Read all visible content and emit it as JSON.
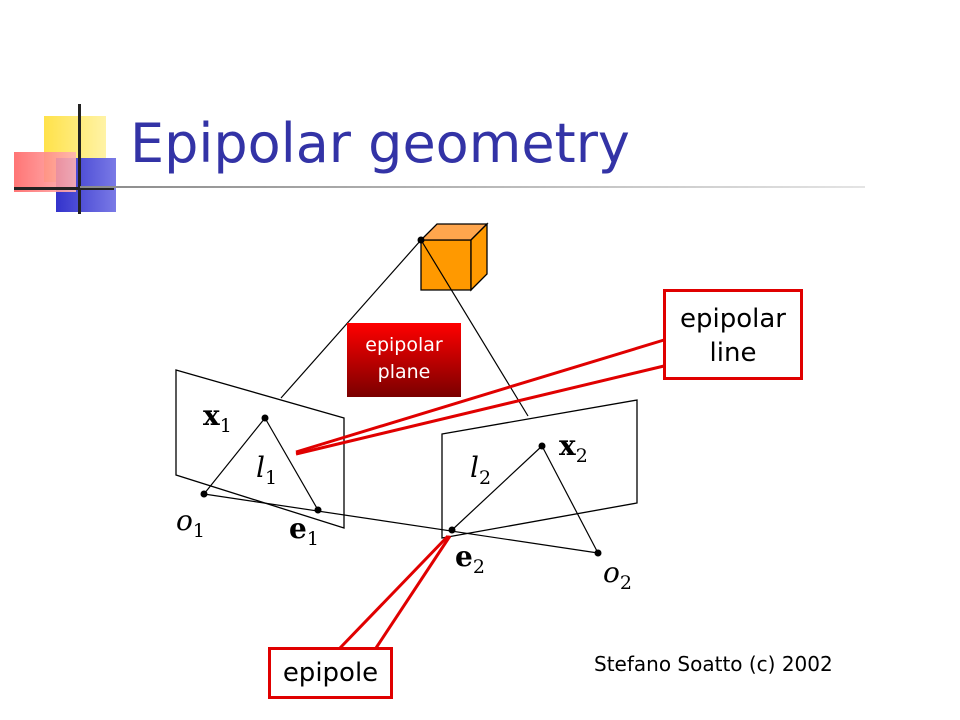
{
  "slide": {
    "title": "Epipolar geometry",
    "credit": "Stefano Soatto (c) 2002"
  },
  "diagram": {
    "plane_label": [
      "epipolar",
      "plane"
    ],
    "callout_line": [
      "epipolar",
      "line"
    ],
    "callout_epipole": "epipole",
    "labels": {
      "x1": "x",
      "x1_sub": "1",
      "x2": "x",
      "x2_sub": "2",
      "l1": "l",
      "l1_sub": "1",
      "l2": "l",
      "l2_sub": "2",
      "o1": "o",
      "o1_sub": "1",
      "o2": "o",
      "o2_sub": "2",
      "e1": "e",
      "e1_sub": "1",
      "e2": "e",
      "e2_sub": "2"
    },
    "colors": {
      "title": "#3333a6",
      "callout_border": "#e00000",
      "cube": "#ff9900"
    }
  }
}
